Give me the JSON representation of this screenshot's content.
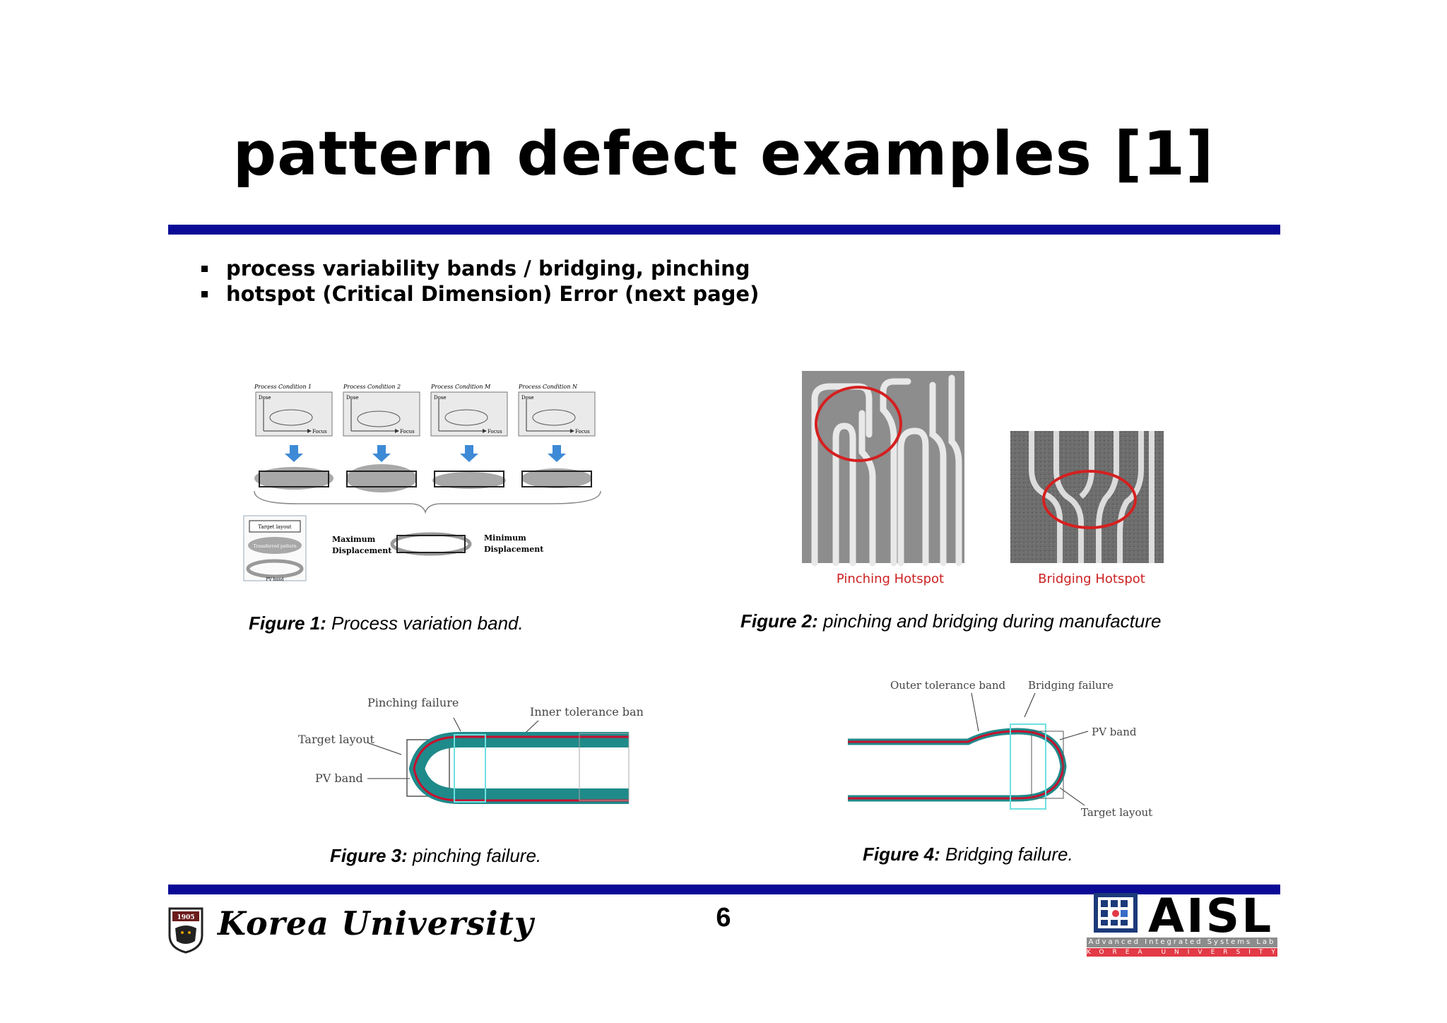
{
  "slide": {
    "title": "pattern defect examples [1]",
    "bullets": [
      "process variability bands / bridging, pinching",
      "hotspot (Critical Dimension) Error (next page)"
    ],
    "page_number": "6"
  },
  "figure1": {
    "caption_label": "Figure 1:",
    "caption_text": " Process variation band.",
    "conditions": [
      "Process Condition 1",
      "Process Condition 2",
      "Process Condition M",
      "Process Condition N"
    ],
    "dose_label": "Dose",
    "focus_label": "Focus",
    "legend": [
      "Target layout",
      "Transferred pattern",
      "PV band"
    ],
    "max_label": "Maximum",
    "min_label": "Minimum",
    "displacement_label": "Displacement"
  },
  "figure2": {
    "caption_label": "Figure 2:",
    "caption_text": " pinching and bridging during manufacture",
    "pinching_label": "Pinching Hotspot",
    "bridging_label": "Bridging Hotspot"
  },
  "figure3": {
    "caption_label": "Figure 3:",
    "caption_text": " pinching failure.",
    "pinching_failure": "Pinching failure",
    "inner_band": "Inner tolerance band",
    "target_layout": "Target layout",
    "pv_band": "PV band"
  },
  "figure4": {
    "caption_label": "Figure 4:",
    "caption_text": " Bridging failure.",
    "outer_band": "Outer tolerance band",
    "bridging_failure": "Bridging failure",
    "pv_band": "PV band",
    "target_layout": "Target layout"
  },
  "footer": {
    "university": "Korea University",
    "lab": "AISL",
    "lab_full": "Advanced Integrated Systems Lab",
    "lab_sub": "KOREA UNIVERSITY",
    "seal_year": "1905"
  },
  "colors": {
    "rule": "#0a0a96",
    "hotspot_circle": "#d42020",
    "pv_band": "#1f8a8a",
    "target_line": "#c8102e"
  }
}
